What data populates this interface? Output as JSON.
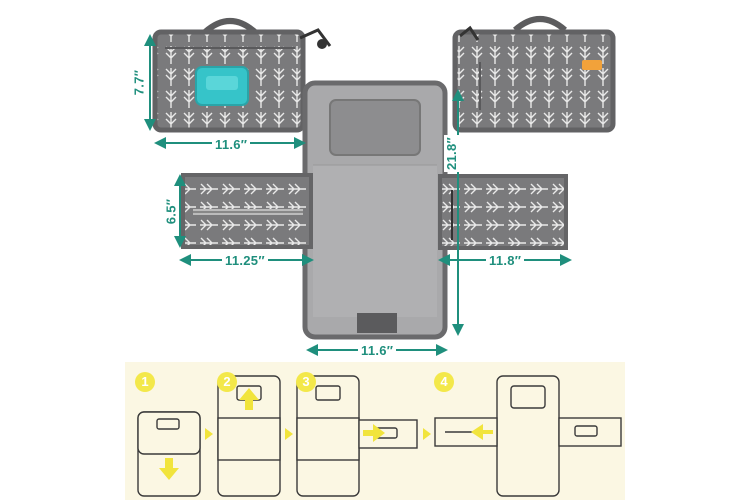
{
  "dimensions": {
    "wallet_height": "7.7″",
    "wallet_width": "11.6″",
    "side_height": "6.5″",
    "left_flap_width": "11.25″",
    "right_flap_width": "11.8″",
    "pad_length": "21.8″",
    "pad_width": "11.6″"
  },
  "steps": [
    "1",
    "2",
    "3",
    "4"
  ],
  "colors": {
    "dimension_teal": "#1f8f7d",
    "fabric_gray": "#7c7c7e",
    "pad_gray": "#a9a9ab",
    "panel_cream": "#fbf7e3",
    "step_yellow": "#f3e84a",
    "wipes_case": "#36c4c9"
  },
  "icons": [
    "arrow-up-icon",
    "arrow-down-icon",
    "arrow-left-icon",
    "arrow-right-icon",
    "chevron-right-icon"
  ]
}
